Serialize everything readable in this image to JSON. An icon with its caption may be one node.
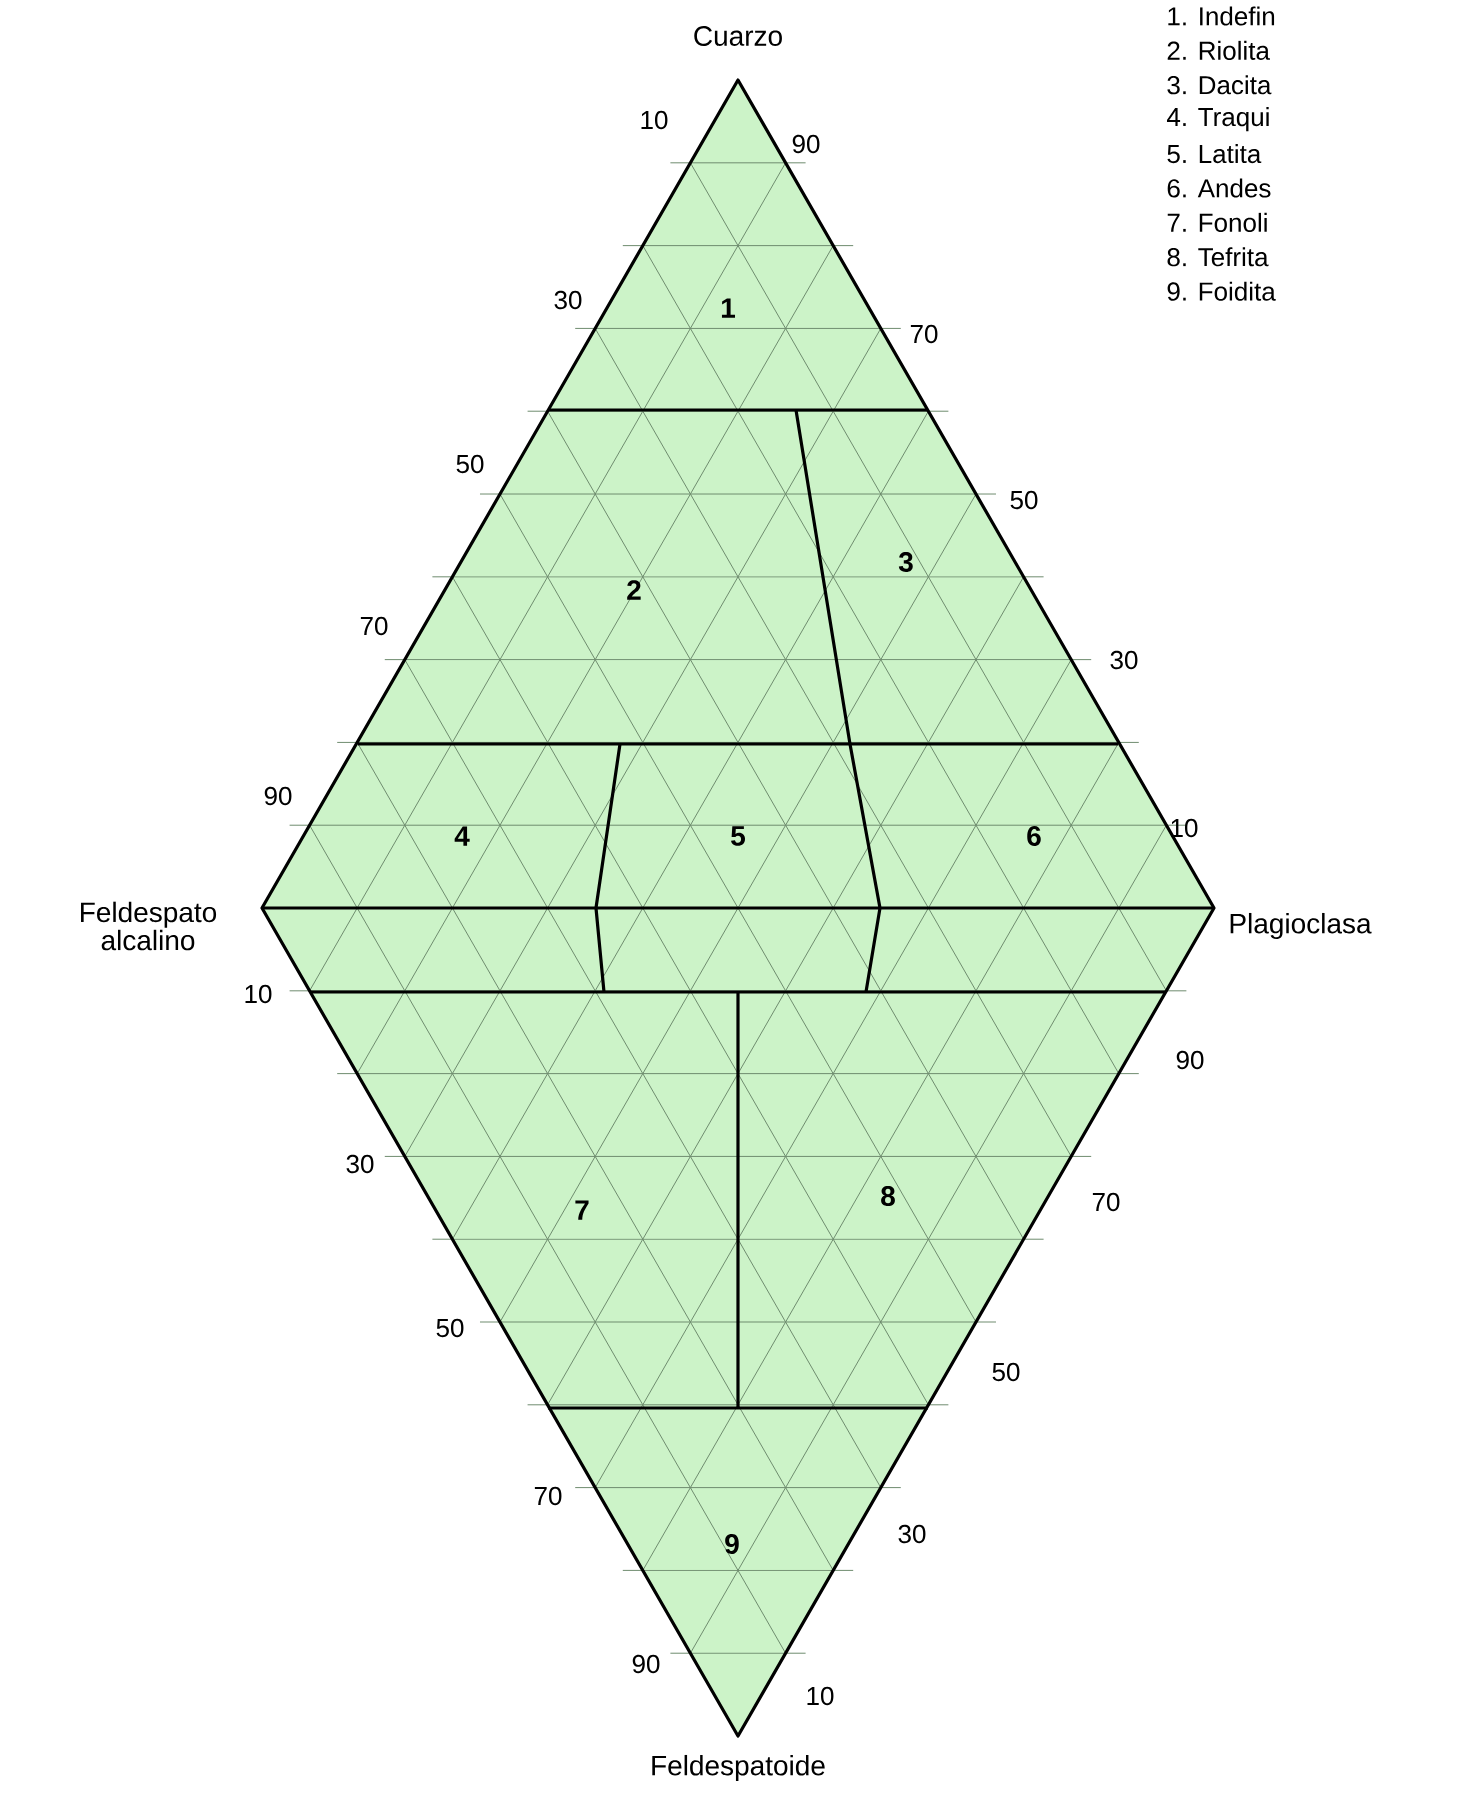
{
  "diagram": {
    "labels": [
      "Cuarzo",
      "1. Indefin",
      "2. Riolita",
      "3. Dacita",
      "4. Traqui",
      "5. Latita",
      "6. Andes",
      "7. Fonoli",
      "8. Tefrita",
      "9. Foidita",
      "10",
      "90",
      "30",
      "1",
      "70",
      "50",
      "50",
      "2",
      "3",
      "70",
      "30",
      "90",
      "4",
      "5",
      "6",
      "10",
      "Feldespato alcalino",
      "Plagioclasa",
      "10",
      "90",
      "30",
      "7",
      "8",
      "70",
      "50",
      "50",
      "70",
      "9",
      "30",
      "90",
      "10",
      "Feldespatoide"
    ]
  }
}
